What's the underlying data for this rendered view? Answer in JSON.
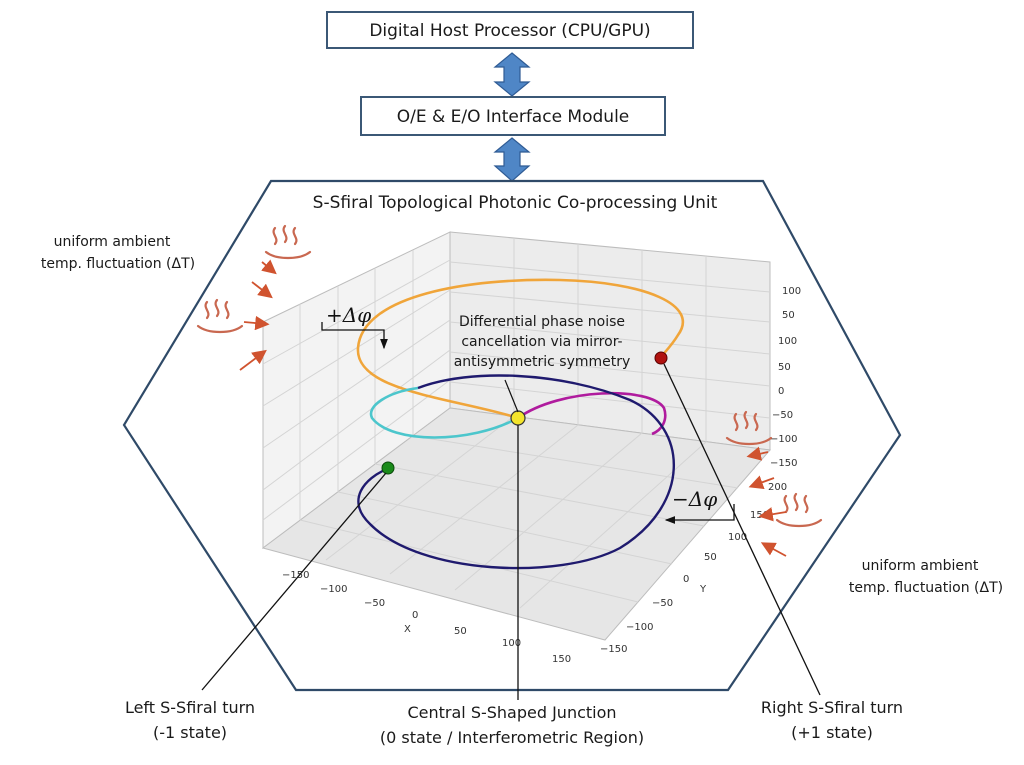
{
  "blocks": {
    "host": "Digital Host Processor (CPU/GPU)",
    "interface": "O/E & E/O Interface Module",
    "unit_title": "S-Sfiral Topological Photonic Co-processing Unit"
  },
  "ambient": {
    "left_line1": "uniform ambient",
    "left_line2": "temp. fluctuation (ΔT)",
    "right_line1": "uniform ambient",
    "right_line2": "temp. fluctuation (ΔT)"
  },
  "phase": {
    "plus": "+Δφ",
    "minus": "−Δφ"
  },
  "annotation": {
    "line1": "Differential phase noise",
    "line2": "cancellation via mirror-",
    "line3": "antisymmetric symmetry"
  },
  "callouts": {
    "left_line1": "Left S-Sfiral turn",
    "left_line2": "(-1 state)",
    "center_line1": "Central S-Shaped Junction",
    "center_line2": "(0 state / Interferometric Region)",
    "right_line1": "Right S-Sfiral turn",
    "right_line2": "(+1 state)"
  },
  "axes": {
    "x_label": "X",
    "y_label": "Y",
    "x_ticks": [
      "−150",
      "−100",
      "−50",
      "0",
      "50",
      "100",
      "150"
    ],
    "y_ticks": [
      "−150",
      "−100",
      "−50",
      "0",
      "50",
      "100",
      "150"
    ],
    "z_ticks": [
      "100",
      "50",
      "100",
      "50",
      "0",
      "−50",
      "−100",
      "−150",
      "200"
    ]
  },
  "colors": {
    "box_border": "#3b5876",
    "hexagon": "#2f4a68",
    "arrow_fill": "#4f86c6",
    "orange": "#f0a53a",
    "navy": "#1f1a6e",
    "cyan": "#4cc6cc",
    "magenta": "#b01b9e",
    "red_dot": "#b0120f",
    "green_dot": "#1a8a1a",
    "yellow_dot": "#f4e52c",
    "heat": "#c96850"
  }
}
